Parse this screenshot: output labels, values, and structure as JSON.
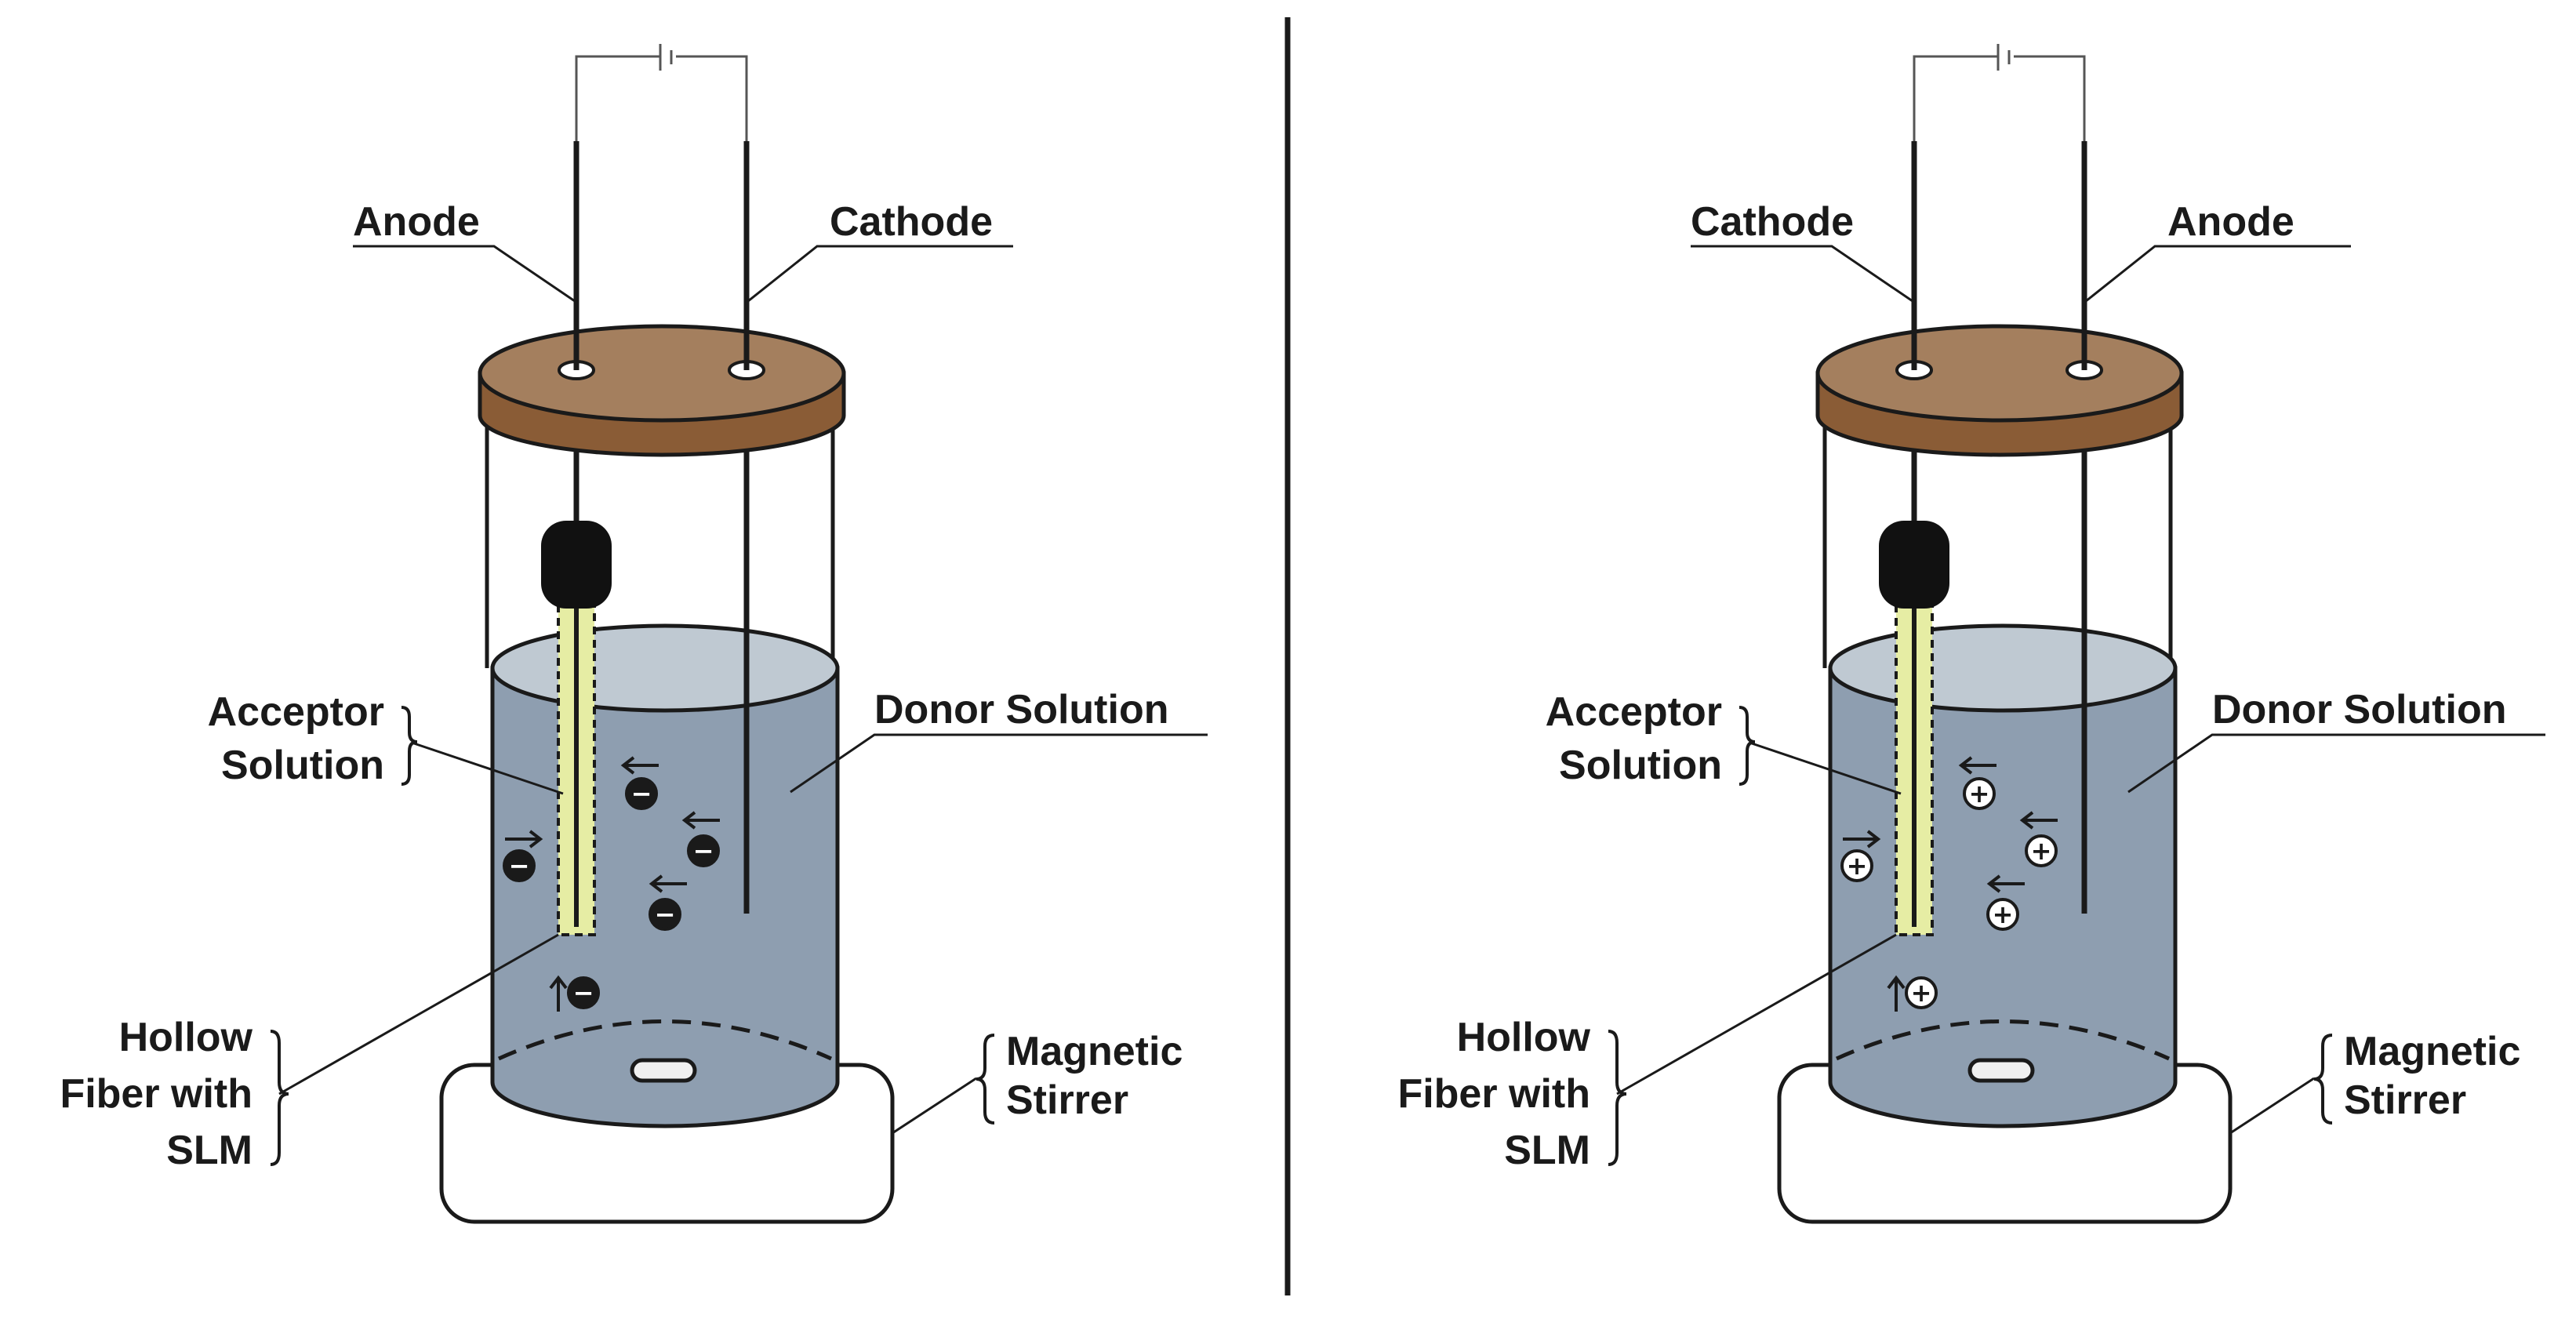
{
  "panels": [
    {
      "electrode_left_label": "Anode",
      "electrode_right_label": "Cathode",
      "acceptor_label_line1": "Acceptor",
      "acceptor_label_line2": "Solution",
      "donor_label": "Donor Solution",
      "fiber_label_line1": "Hollow",
      "fiber_label_line2": "Fiber with",
      "fiber_label_line3": "SLM",
      "stirrer_label_line1": "Magnetic",
      "stirrer_label_line2": "Stirrer",
      "ion_symbol": "−",
      "ion_fill": "#1a1a1a",
      "ion_symbol_color": "#ffffff"
    },
    {
      "electrode_left_label": "Cathode",
      "electrode_right_label": "Anode",
      "acceptor_label_line1": "Acceptor",
      "acceptor_label_line2": "Solution",
      "donor_label": "Donor Solution",
      "fiber_label_line1": "Hollow",
      "fiber_label_line2": "Fiber with",
      "fiber_label_line3": "SLM",
      "stirrer_label_line1": "Magnetic",
      "stirrer_label_line2": "Stirrer",
      "ion_symbol": "+",
      "ion_fill": "#ffffff",
      "ion_symbol_color": "#1a1a1a"
    }
  ],
  "colors": {
    "lid_top": "#a47f5e",
    "lid_side": "#8a5c36",
    "solution": "#8e9eb0",
    "solution_surface": "#bfc9d2",
    "fiber": "#e6eda4",
    "stroke": "#1a1a1a",
    "stirrer": "#ffffff"
  }
}
